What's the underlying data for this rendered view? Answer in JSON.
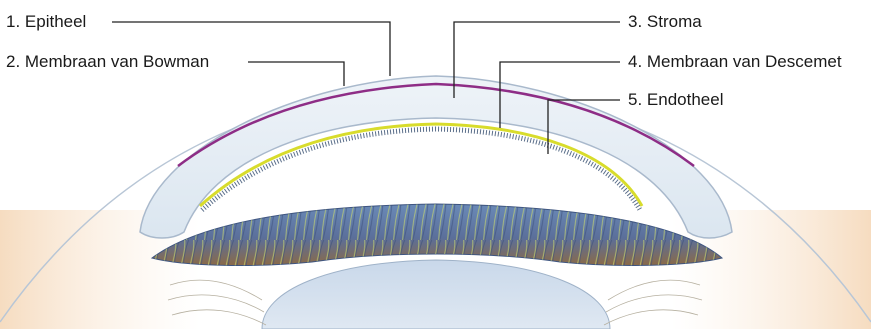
{
  "labels": {
    "epitheel": "1. Epitheel",
    "bowman": "2. Membraan van Bowman",
    "stroma": "3. Stroma",
    "descemet": "4. Membraan van Descemet",
    "endotheel": "5. Endotheel"
  },
  "colors": {
    "epitheel_line": "#8e2d86",
    "descemet_line": "#d8dc2c",
    "endotheel_hatch": "#5b6f8a",
    "cornea_fill": "#e3ecf4",
    "iris_blue": "#5a7aa8",
    "iris_brown": "#8a6a48",
    "sclera_warm": "#f4dcc0"
  }
}
